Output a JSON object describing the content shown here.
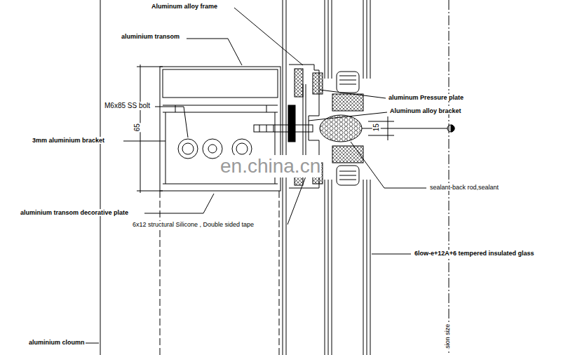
{
  "diagram": {
    "labels": [
      "Aluminum alloy frame",
      "aluminium transom",
      "M6x85 SS bolt",
      "65",
      "3mm aluminium bracket",
      "aluminum Pressure plate",
      "Aluminum alloy bracket",
      "15",
      "en.china.cn",
      "sealant-back rod,sealant",
      "aluminium transom decorative plate",
      "6x12 structural Silicone , Double sided tape",
      "6low-e+12A+6 tempered insulated glass",
      "aluminium cloumn",
      "sion size"
    ]
  }
}
